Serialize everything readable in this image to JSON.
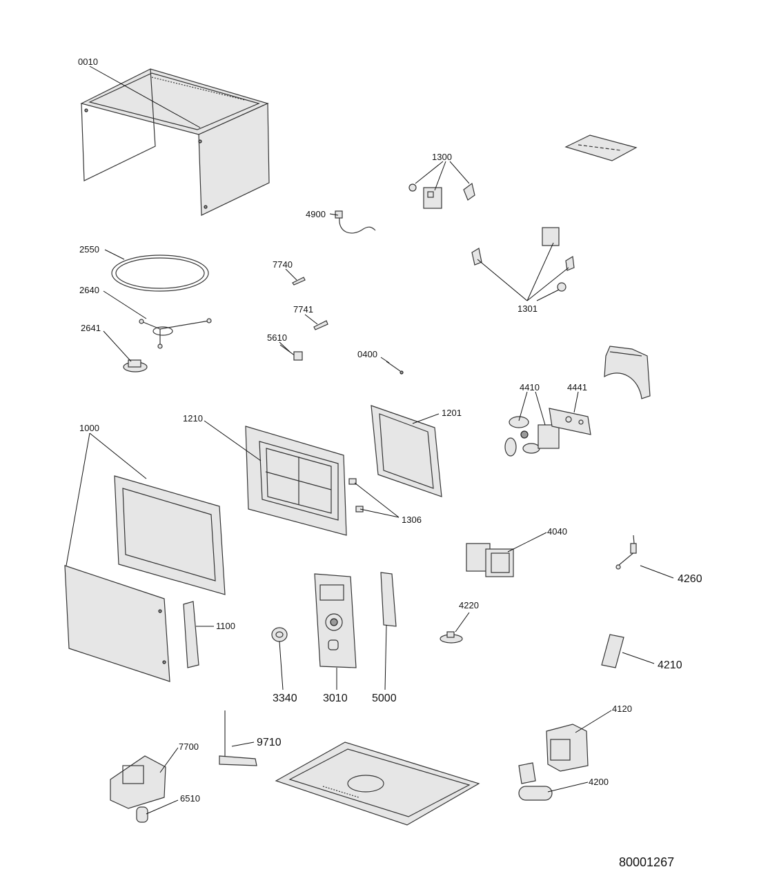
{
  "diagram": {
    "part_labels": {
      "p0010": "0010",
      "p1300": "1300",
      "p4900": "4900",
      "p2550": "2550",
      "p7740": "7740",
      "p2640": "2640",
      "p7741": "7741",
      "p1301": "1301",
      "p2641": "2641",
      "p5610": "5610",
      "p0400": "0400",
      "p4410": "4410",
      "p4441": "4441",
      "p1210": "1210",
      "p1201": "1201",
      "p1000": "1000",
      "p1306": "1306",
      "p4040": "4040",
      "p4260": "4260",
      "p4220": "4220",
      "p1100": "1100",
      "p4210": "4210",
      "p3340": "3340",
      "p3010": "3010",
      "p5000": "5000",
      "p4120": "4120",
      "p9710": "9710",
      "p7700": "7700",
      "p4200": "4200",
      "p6510": "6510"
    },
    "document_id": "80001267"
  }
}
